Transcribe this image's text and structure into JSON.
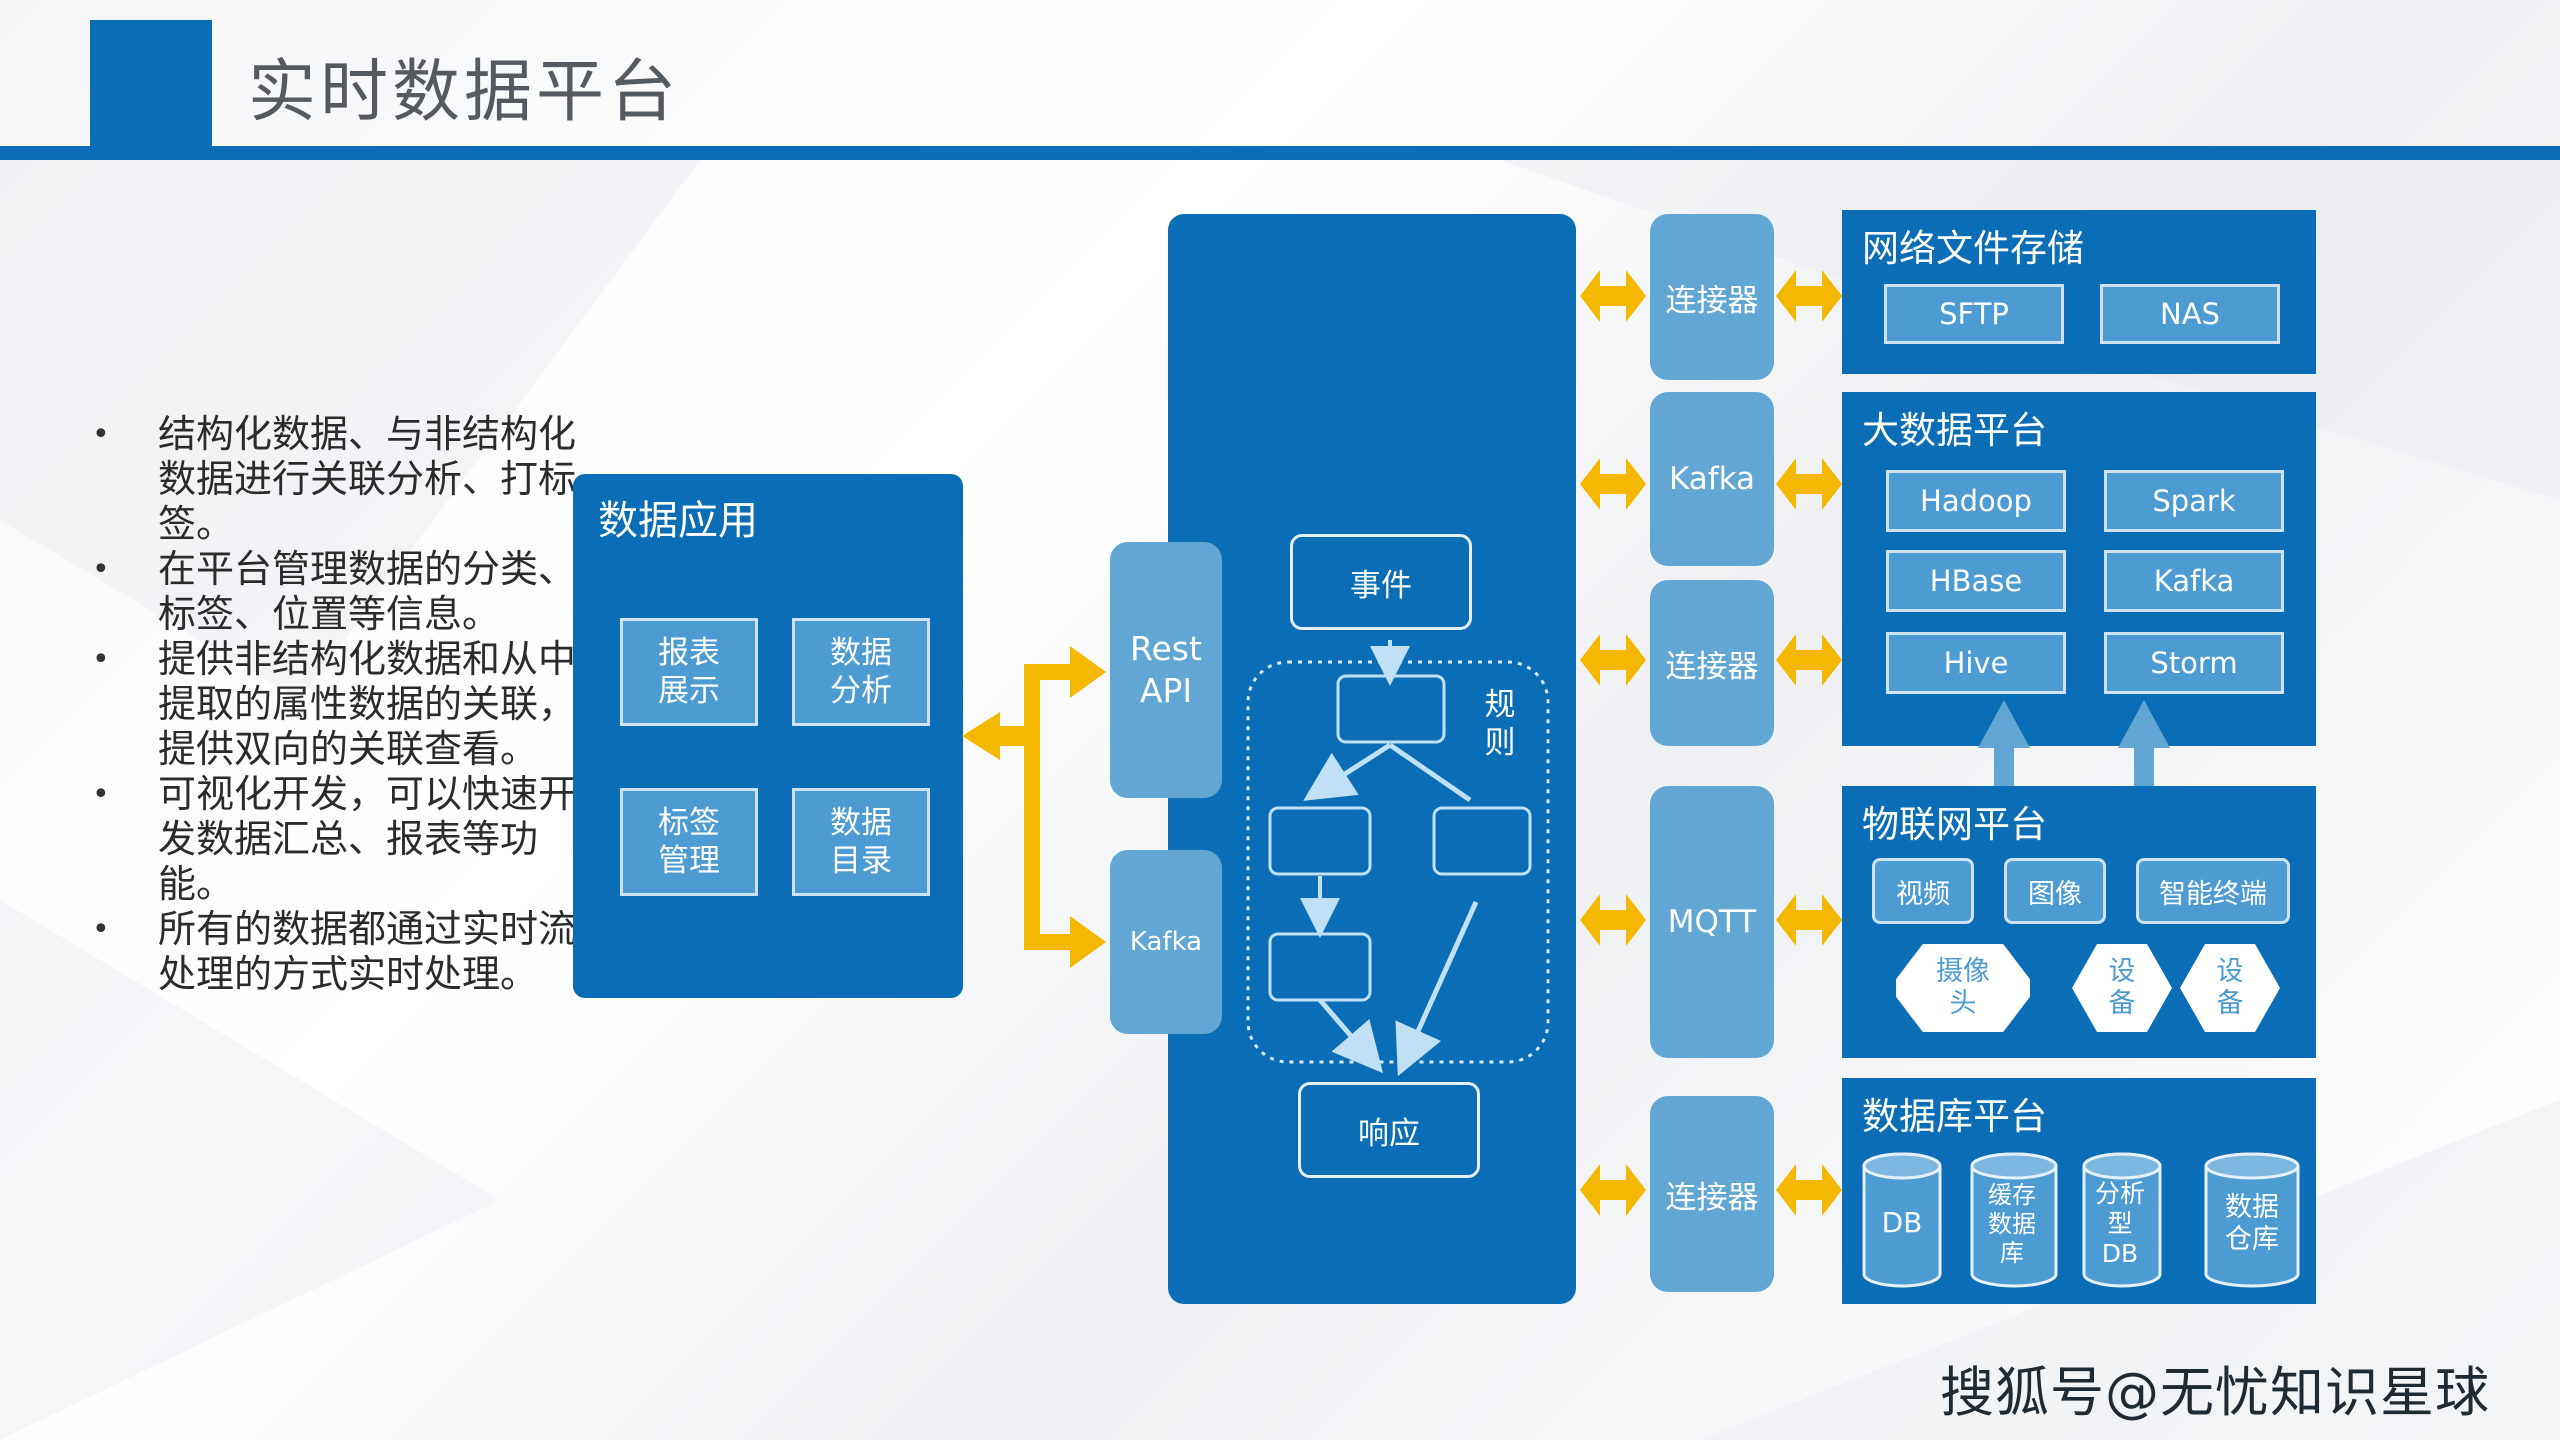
{
  "header": {
    "title": "实时数据平台"
  },
  "bullets": [
    "结构化数据、与非结构化数据进行关联分析、打标签。",
    "在平台管理数据的分类、标签、位置等信息。",
    "提供非结构化数据和从中提取的属性数据的关联，提供双向的关联查看。",
    "可视化开发，可以快速开发数据汇总、报表等功能。",
    "所有的数据都通过实时流处理的方式实时处理。"
  ],
  "data_app": {
    "title": "数据应用",
    "items": [
      "报表展示",
      "数据分析",
      "标签管理",
      "数据目录"
    ]
  },
  "interfaces": {
    "rest_api": "Rest API",
    "kafka": "Kafka"
  },
  "engine": {
    "event": "事件",
    "rule": "规则",
    "response": "响应"
  },
  "connectors": [
    "连接器",
    "Kafka",
    "连接器",
    "MQTT",
    "连接器"
  ],
  "nfs": {
    "title": "网络文件存储",
    "items": [
      "SFTP",
      "NAS"
    ]
  },
  "bigdata": {
    "title": "大数据平台",
    "items": [
      "Hadoop",
      "Spark",
      "HBase",
      "Kafka",
      "Hive",
      "Storm"
    ]
  },
  "iot": {
    "title": "物联网平台",
    "items": [
      "视频",
      "图像",
      "智能终端"
    ],
    "devices": [
      "摄像头",
      "设备",
      "设备"
    ]
  },
  "db": {
    "title": "数据库平台",
    "items": [
      "DB",
      "缓存数据库",
      "分析型DB",
      "数据仓库"
    ]
  },
  "watermark": "搜狐号@无忧知识星球",
  "colors": {
    "primary": "#0a6db5",
    "light": "#62a6d4",
    "arrow": "#f5b800"
  }
}
